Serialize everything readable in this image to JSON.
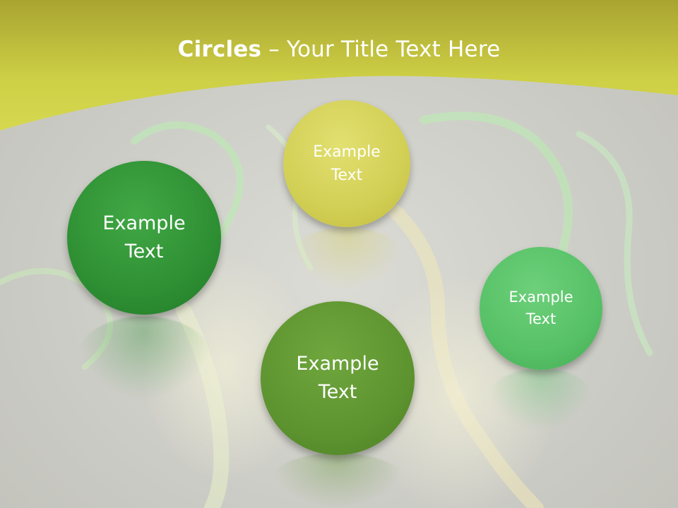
{
  "slide": {
    "title_bold": "Circles",
    "title_rest": " – Your Title Text Here"
  },
  "circles": [
    {
      "label": "Example\nText",
      "color": "#2e8f33"
    },
    {
      "label": "Example\nText",
      "color": "#d2cf55"
    },
    {
      "label": "Example\nText",
      "color": "#5e9430"
    },
    {
      "label": "Example\nText",
      "color": "#57c167"
    }
  ],
  "colors": {
    "header_band": "#c8c83a",
    "background": "#cfcfca"
  }
}
